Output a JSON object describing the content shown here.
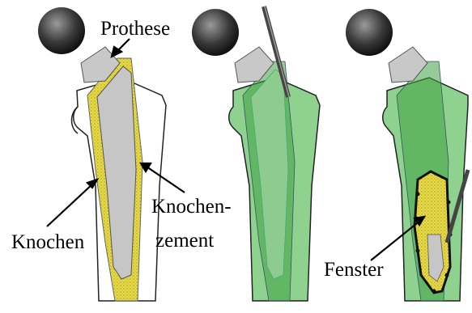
{
  "labels": {
    "prosthesis": "Prothese",
    "bone": "Knochen",
    "cement_line1": "Knochen-",
    "cement_line2": "zement",
    "window": "Fenster"
  },
  "colors": {
    "ball": "#333333",
    "prosthesis": "#c8c8c8",
    "cement": "#e8dc4a",
    "bone_fill": "#ffffff",
    "overlay": "#4caf4c",
    "tool": "#555555",
    "outline": "#222222"
  },
  "icons": {
    "femoral_head": "ball",
    "drill": "osteotome-tool"
  }
}
